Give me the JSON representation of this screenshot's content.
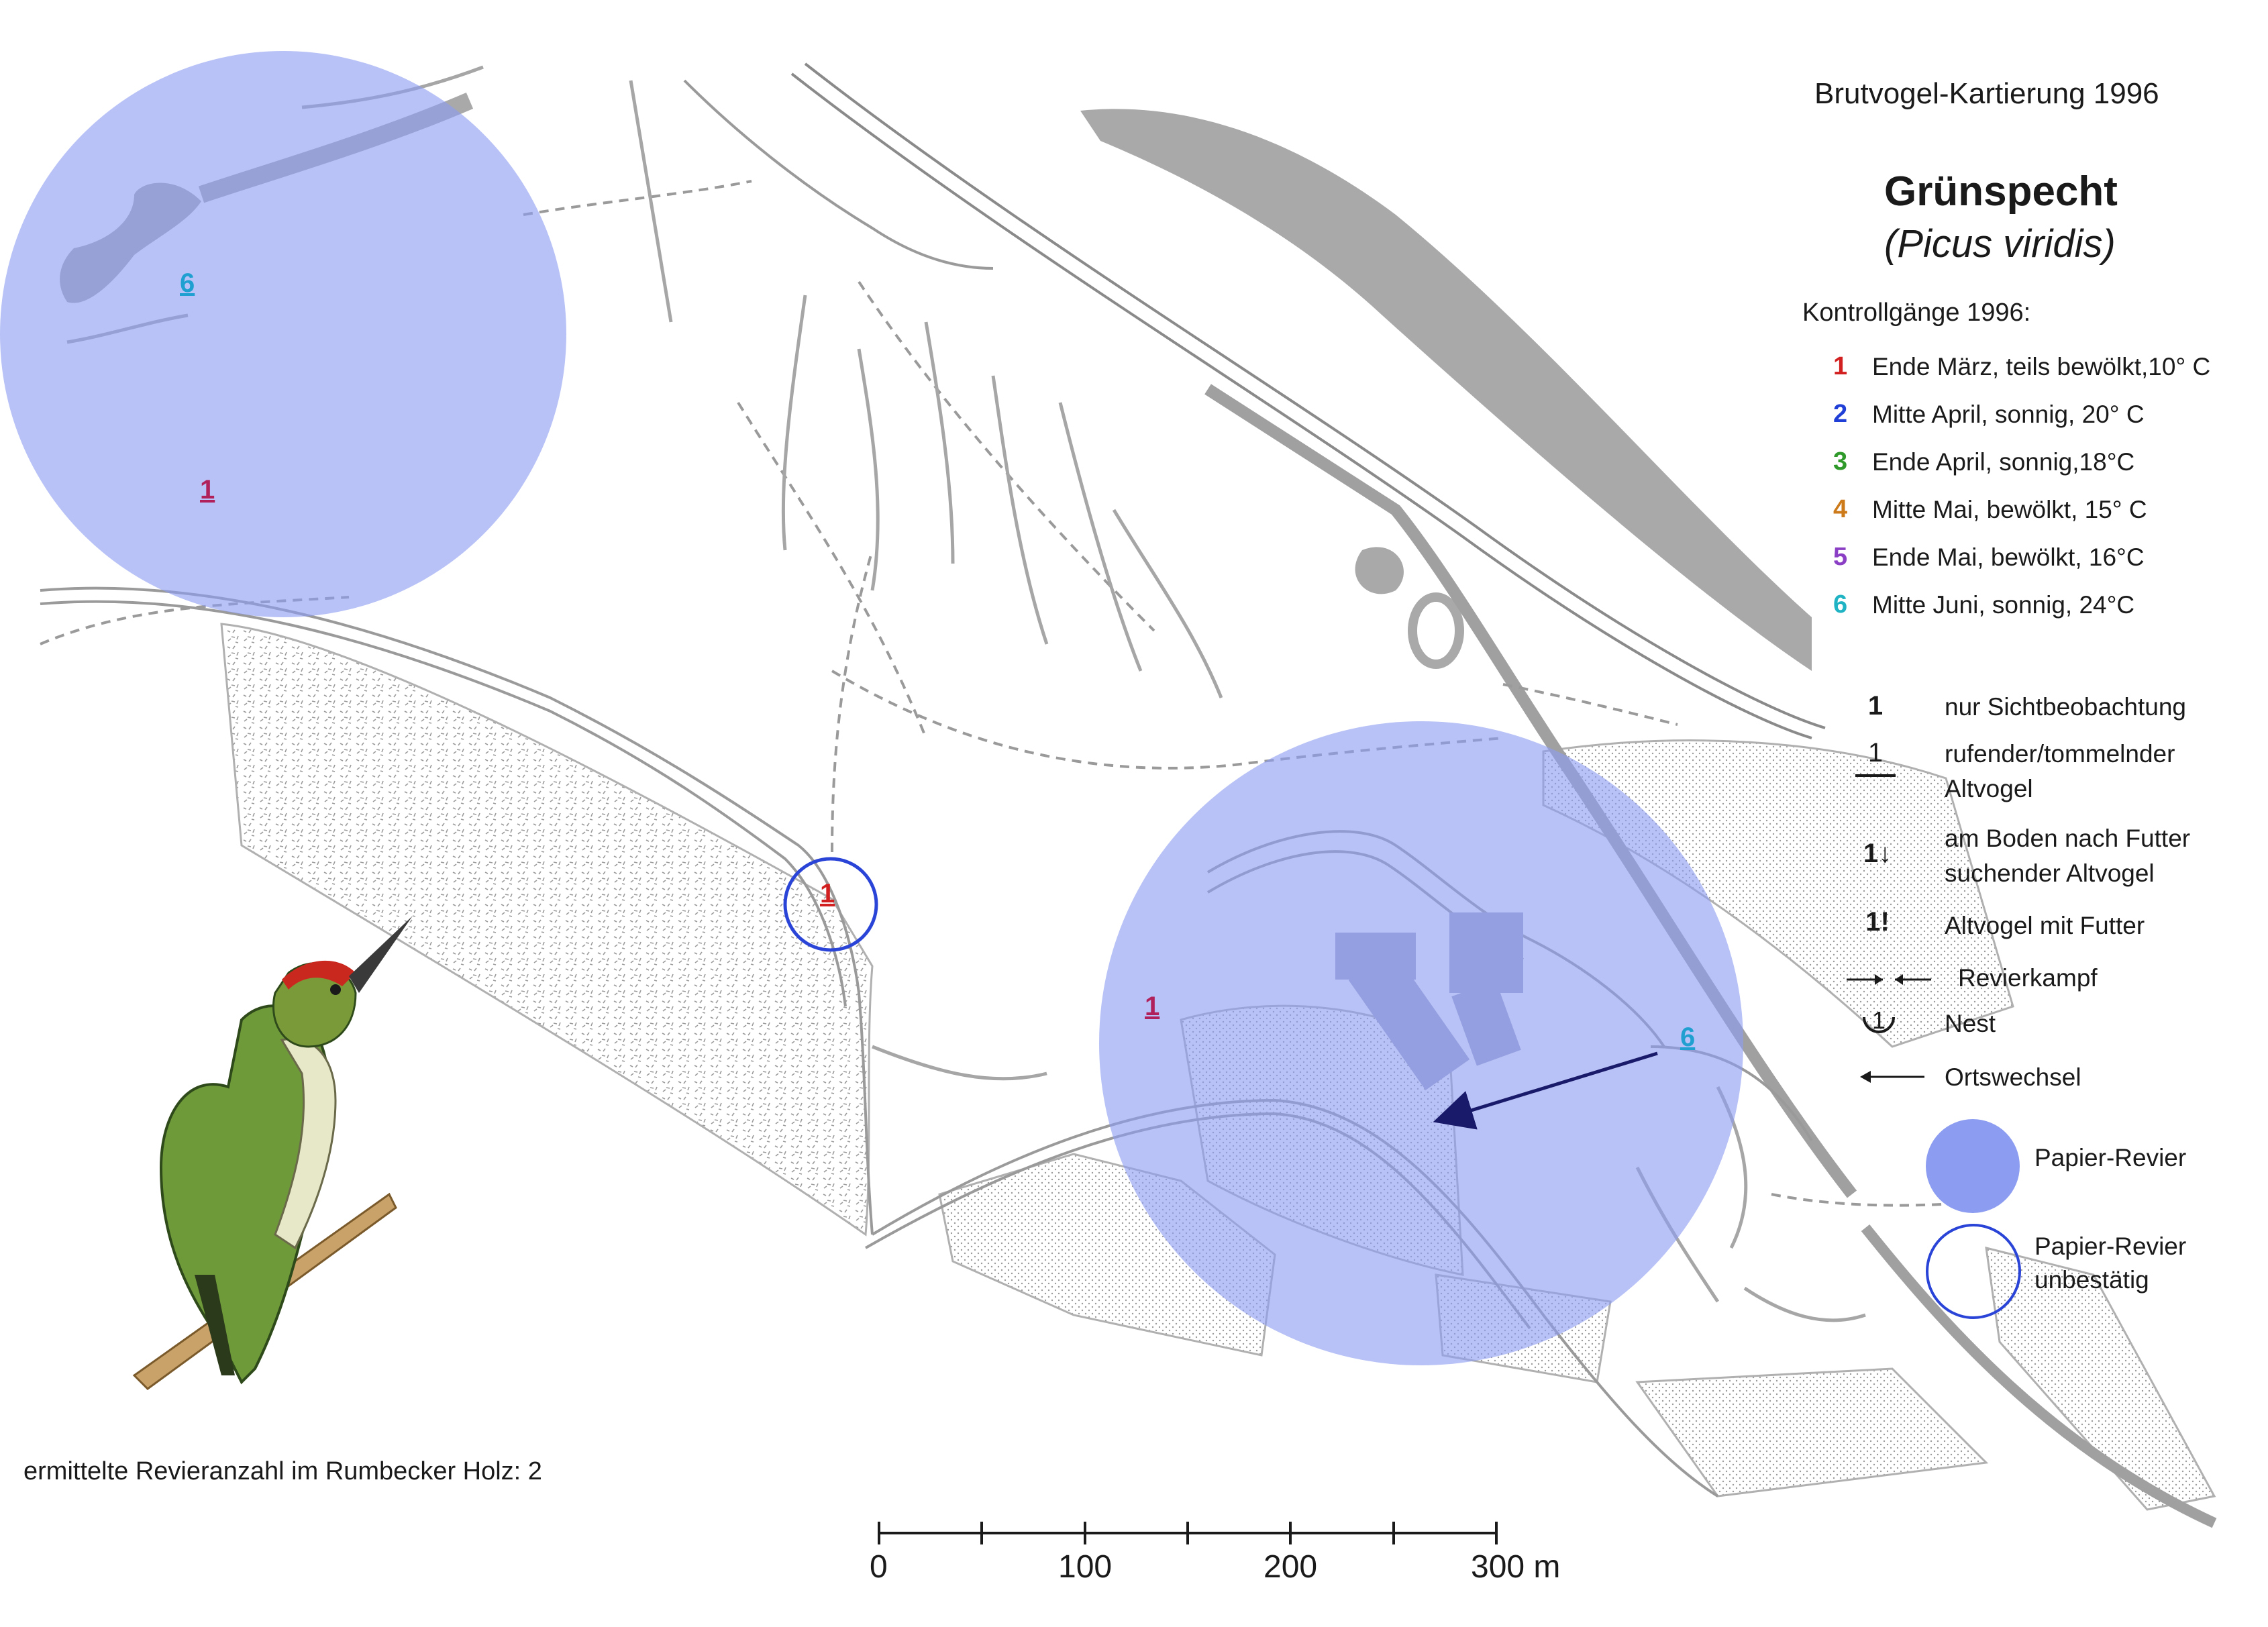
{
  "header": {
    "project": "Brutvogel-Kartierung 1996",
    "species_de": "Grünspecht",
    "species_la": "(Picus viridis)"
  },
  "kontrollgaenge": {
    "title": "Kontrollgänge 1996:",
    "items": [
      {
        "num": "1",
        "desc": "Ende März, teils bewölkt,10° C",
        "color": "#d21f1f"
      },
      {
        "num": "2",
        "desc": "Mitte April, sonnig, 20° C",
        "color": "#1f3fd6"
      },
      {
        "num": "3",
        "desc": "Ende April, sonnig,18°C",
        "color": "#2f9a2a"
      },
      {
        "num": "4",
        "desc": "Mitte Mai, bewölkt, 15° C",
        "color": "#cc7a1a"
      },
      {
        "num": "5",
        "desc": "Ende Mai, bewölkt, 16°C",
        "color": "#8a3fc4"
      },
      {
        "num": "6",
        "desc": "Mitte Juni, sonnig, 24°C",
        "color": "#1fb3c4"
      }
    ]
  },
  "symbols": {
    "sicht": {
      "glyph": "1",
      "label": "nur Sichtbeobachtung"
    },
    "rufend": {
      "glyph": "1",
      "label_1": "rufender/tommelnder",
      "label_2": "Altvogel"
    },
    "boden": {
      "glyph": "1↓",
      "label_1": "am Boden nach Futter",
      "label_2": "suchender Altvogel"
    },
    "futter": {
      "glyph": "1!",
      "label": "Altvogel mit Futter"
    },
    "kampf": {
      "label": "Revierkampf"
    },
    "nest": {
      "glyph": "1",
      "label": "Nest"
    },
    "ortswechsel": {
      "label": "Ortswechsel"
    },
    "revier": {
      "label": "Papier-Revier",
      "color": "#8c9cf0"
    },
    "revier_unbest": {
      "label_1": "Papier-Revier",
      "label_2": "unbestätig",
      "color": "#2a44d8"
    }
  },
  "observations": [
    {
      "num": "6",
      "color": "#1fa0d0"
    },
    {
      "num": "1",
      "color": "#b0205a"
    },
    {
      "num": "1",
      "color": "#d21f1f"
    },
    {
      "num": "1",
      "color": "#b0205a"
    },
    {
      "num": "6",
      "color": "#1fa0d0"
    }
  ],
  "summary": "ermittelte Revieranzahl im Rumbecker Holz: 2",
  "scale": {
    "labels": [
      "0",
      "100",
      "200",
      "300 m"
    ]
  }
}
